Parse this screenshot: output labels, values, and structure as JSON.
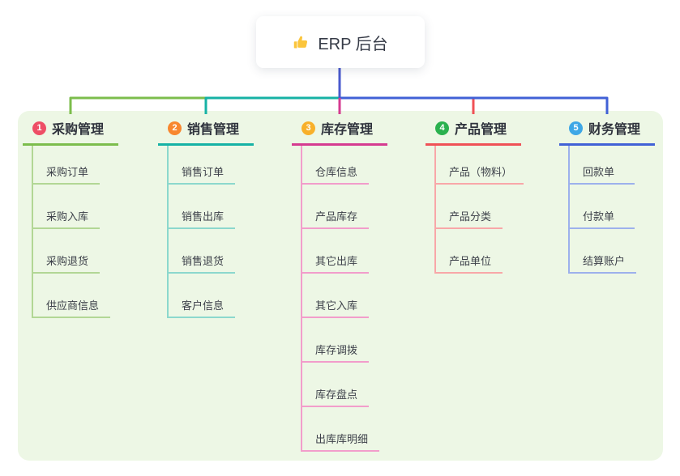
{
  "root": {
    "label": "ERP 后台",
    "icon": "thumbs-up-icon"
  },
  "theme": {
    "page_bg": "#ffffff",
    "panel_bg": "#edf7e5",
    "root_card_bg": "#ffffff",
    "root_stem_color": "#4a5ace",
    "header_text_color": "#2f333d",
    "child_text_color": "#3d414a",
    "thumb_icon_color": "#fbc53c"
  },
  "branches": [
    {
      "number": "1",
      "label": "采购管理",
      "badge_color": "#ee4e66",
      "line_color": "#7cbd4c",
      "light_line_color": "#b2d795",
      "children": [
        "采购订单",
        "采购入库",
        "采购退货",
        "供应商信息"
      ]
    },
    {
      "number": "2",
      "label": "销售管理",
      "badge_color": "#f8872e",
      "line_color": "#16b2a5",
      "light_line_color": "#8cd8cd",
      "children": [
        "销售订单",
        "销售出库",
        "销售退货",
        "客户信息"
      ]
    },
    {
      "number": "3",
      "label": "库存管理",
      "badge_color": "#f8b02a",
      "line_color": "#d53b90",
      "light_line_color": "#f29dcb",
      "children": [
        "仓库信息",
        "产品库存",
        "其它出库",
        "其它入库",
        "库存调拨",
        "库存盘点",
        "出库库明细"
      ]
    },
    {
      "number": "4",
      "label": "产品管理",
      "badge_color": "#2ab14e",
      "line_color": "#f05156",
      "light_line_color": "#f8a7a8",
      "children": [
        "产品（物料）",
        "产品分类",
        "产品单位"
      ]
    },
    {
      "number": "5",
      "label": "财务管理",
      "badge_color": "#3ea7e6",
      "line_color": "#4161d6",
      "light_line_color": "#9db1ec",
      "children": [
        "回款单",
        "付款单",
        "结算账户"
      ]
    }
  ]
}
